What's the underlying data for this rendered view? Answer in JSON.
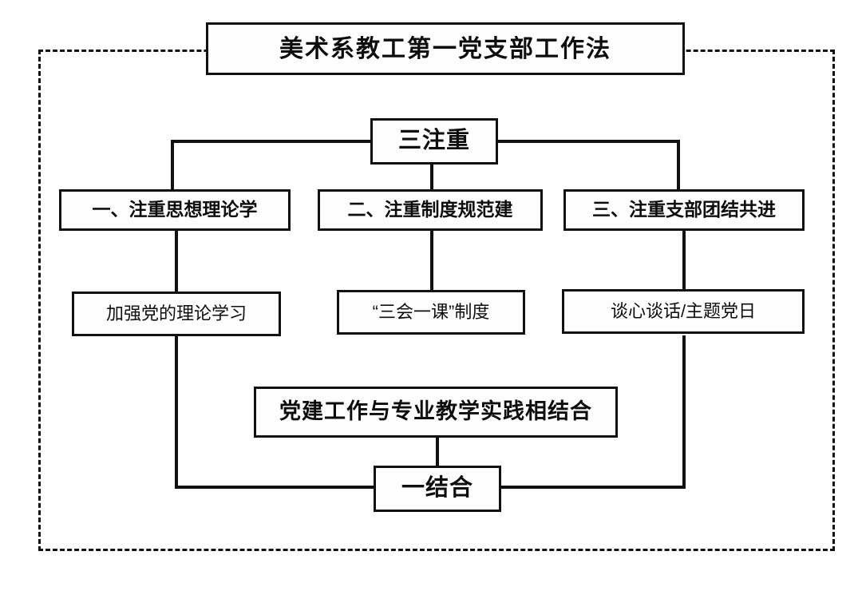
{
  "diagram": {
    "title": "美术系教工第一党支部工作法",
    "frame_name": "dashed-outer-frame",
    "hub_top": "三注重",
    "hub_bottom": "一结合",
    "pillars": [
      {
        "label": "一、注重思想理论学"
      },
      {
        "label": "二、注重制度规范建"
      },
      {
        "label": "三、注重支部团结共进"
      }
    ],
    "leaves": [
      {
        "label": "加强党的理论学习"
      },
      {
        "label": "“三会一课”制度"
      },
      {
        "label": "谈心谈话/主题党日"
      }
    ],
    "combined": "党建工作与专业教学实践相结合",
    "colors": {
      "line": "#111111",
      "box_fill": "#fdfdfd",
      "background": "#ffffff",
      "text": "#0d0d0d"
    }
  }
}
